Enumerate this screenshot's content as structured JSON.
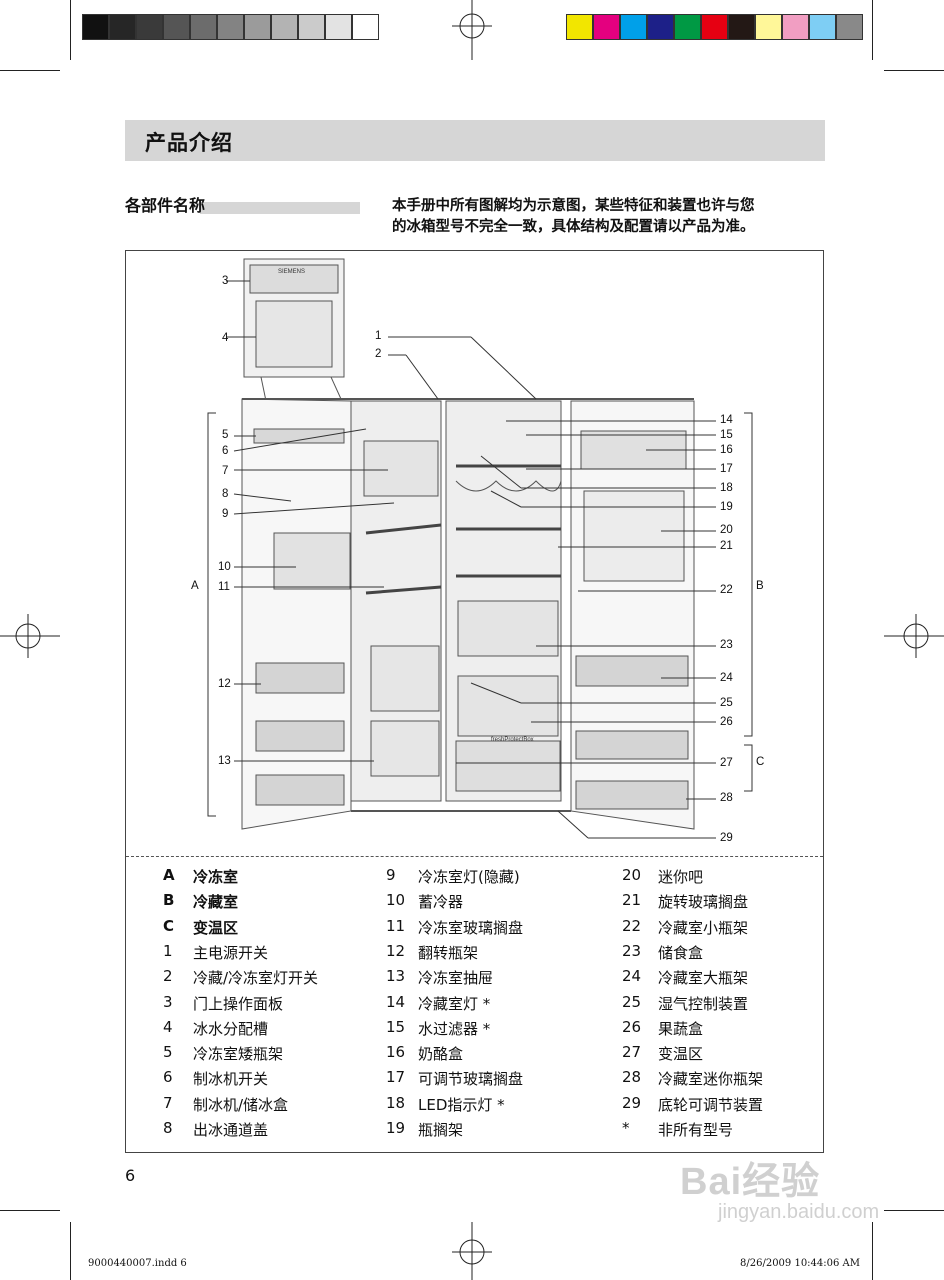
{
  "section_title": "产品介绍",
  "subsection_title": "各部件名称",
  "intro_text_line1": "本手册中所有图解均为示意图，某些特征和装置也许与您",
  "intro_text_line2": "的冰箱型号不完全一致，具体结构及配置请以产品为准。",
  "panel_brand": "SIEMENS",
  "freshbox_label": "freshProtectBox",
  "callouts_left": [
    "3",
    "4",
    "5",
    "6",
    "7",
    "8",
    "9",
    "10",
    "11",
    "12",
    "13"
  ],
  "callouts_top": [
    "1",
    "2"
  ],
  "callouts_right": [
    "14",
    "15",
    "16",
    "17",
    "18",
    "19",
    "20",
    "21",
    "22",
    "23",
    "24",
    "25",
    "26",
    "27",
    "28",
    "29"
  ],
  "zone_labels": {
    "A": "A",
    "B": "B",
    "C": "C"
  },
  "legend_col1": [
    {
      "k": "A",
      "v": "冷冻室"
    },
    {
      "k": "B",
      "v": "冷藏室"
    },
    {
      "k": "C",
      "v": "变温区"
    },
    {
      "k": "1",
      "v": "主电源开关"
    },
    {
      "k": "2",
      "v": "冷藏/冷冻室灯开关"
    },
    {
      "k": "3",
      "v": "门上操作面板"
    },
    {
      "k": "4",
      "v": "冰水分配槽"
    },
    {
      "k": "5",
      "v": "冷冻室矮瓶架"
    },
    {
      "k": "6",
      "v": "制冰机开关"
    },
    {
      "k": "7",
      "v": "制冰机/储冰盒"
    },
    {
      "k": "8",
      "v": "出冰通道盖"
    }
  ],
  "legend_col2": [
    {
      "k": "9",
      "v": "冷冻室灯(隐藏)"
    },
    {
      "k": "10",
      "v": "蓄冷器"
    },
    {
      "k": "11",
      "v": "冷冻室玻璃搁盘"
    },
    {
      "k": "12",
      "v": "翻转瓶架"
    },
    {
      "k": "13",
      "v": "冷冻室抽屉"
    },
    {
      "k": "14",
      "v": "冷藏室灯 *"
    },
    {
      "k": "15",
      "v": "水过滤器 *"
    },
    {
      "k": "16",
      "v": "奶酪盒"
    },
    {
      "k": "17",
      "v": "可调节玻璃搁盘"
    },
    {
      "k": "18",
      "v": "LED指示灯 *"
    },
    {
      "k": "19",
      "v": "瓶搁架"
    }
  ],
  "legend_col3": [
    {
      "k": "20",
      "v": "迷你吧"
    },
    {
      "k": "21",
      "v": "旋转玻璃搁盘"
    },
    {
      "k": "22",
      "v": "冷藏室小瓶架"
    },
    {
      "k": "23",
      "v": "储食盒"
    },
    {
      "k": "24",
      "v": "冷藏室大瓶架"
    },
    {
      "k": "25",
      "v": "湿气控制装置"
    },
    {
      "k": "26",
      "v": "果蔬盒"
    },
    {
      "k": "27",
      "v": "变温区"
    },
    {
      "k": "28",
      "v": "冷藏室迷你瓶架"
    },
    {
      "k": "29",
      "v": "底轮可调节装置"
    },
    {
      "k": "*",
      "v": "非所有型号"
    }
  ],
  "page_number": "6",
  "footer_left": "9000440007.indd   6",
  "footer_right": "8/26/2009   10:44:06 AM",
  "watermark_text": "Bai经验",
  "watermark_url": "jingyan.baidu.com",
  "colors": {
    "gray_band": "#d6d6d6",
    "swatches_gray": [
      "#111111",
      "#262626",
      "#3a3a3a",
      "#555555",
      "#6c6c6c",
      "#838383",
      "#9b9b9b",
      "#b3b3b3",
      "#cbcbcb",
      "#e3e3e3",
      "#ffffff"
    ],
    "swatches_color": [
      "#f2e600",
      "#e4007f",
      "#00a0e9",
      "#1d2088",
      "#009944",
      "#e60012",
      "#231815",
      "#fff799",
      "#f19ec2",
      "#7ecef4",
      "#898989"
    ]
  }
}
